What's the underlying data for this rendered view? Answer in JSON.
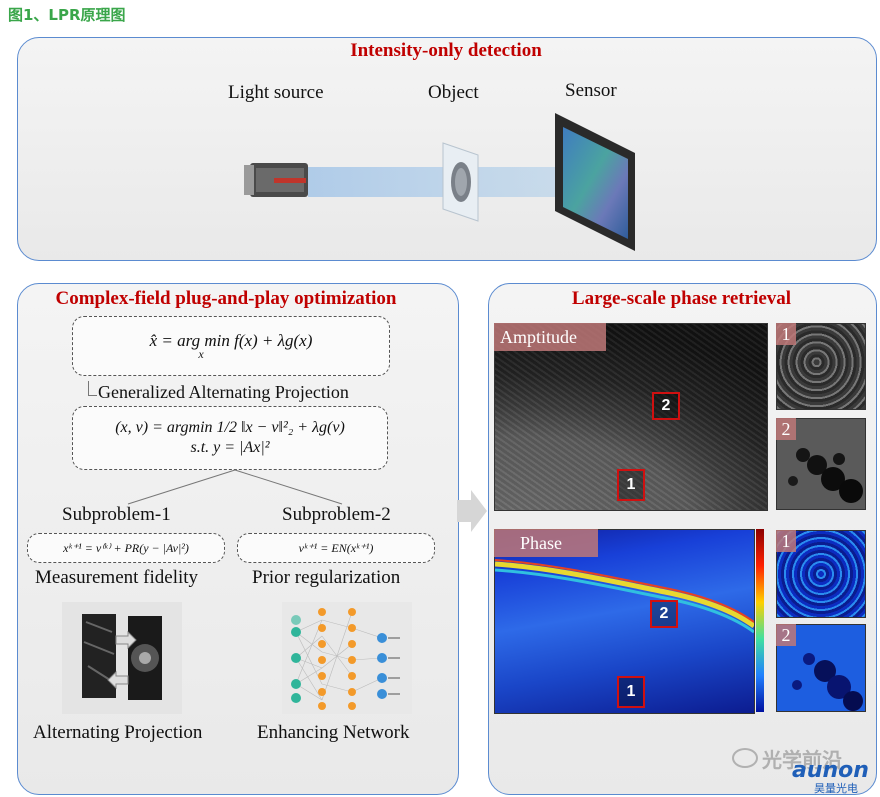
{
  "figure_title": "图1、LPR原理图",
  "top_panel": {
    "title": "Intensity-only detection",
    "light_source_label": "Light source",
    "object_label": "Object",
    "sensor_label": "Sensor"
  },
  "left_panel": {
    "title": "Complex-field plug-and-play optimization",
    "eq_main": "x̂ = arg min f(x) + λg(x)",
    "eq_main_sub": "x",
    "gap_label": "Generalized Alternating Projection",
    "eq_gap_line1": "(x, v) = argmin 1/2 ‖x − v‖²₂ + λg(v)",
    "eq_gap_line2": "s.t.  y = |Ax|²",
    "sub1_title": "Subproblem-1",
    "sub2_title": "Subproblem-2",
    "sub1_eq": "xᵏ⁺¹ = v⁽ᵏ⁾ + PR(y − |Av|²)",
    "sub2_eq": "vᵏ⁺¹ = EN(xᵏ⁺¹)",
    "sub1_caption": "Measurement fidelity",
    "sub2_caption": "Prior regularization",
    "bottom_left_caption": "Alternating Projection",
    "bottom_right_caption": "Enhancing Network"
  },
  "right_panel": {
    "title": "Large-scale phase retrieval",
    "amplitude_label": "Amptitude",
    "phase_label": "Phase",
    "marker_1": "1",
    "marker_2": "2"
  },
  "watermark": {
    "text": "光学前沿",
    "brand": "aunon",
    "brand_cn": "昊量光电"
  },
  "colors": {
    "title_red": "#c00000",
    "panel_border": "#5b8bd0",
    "figure_title_green": "#3aa64a"
  }
}
